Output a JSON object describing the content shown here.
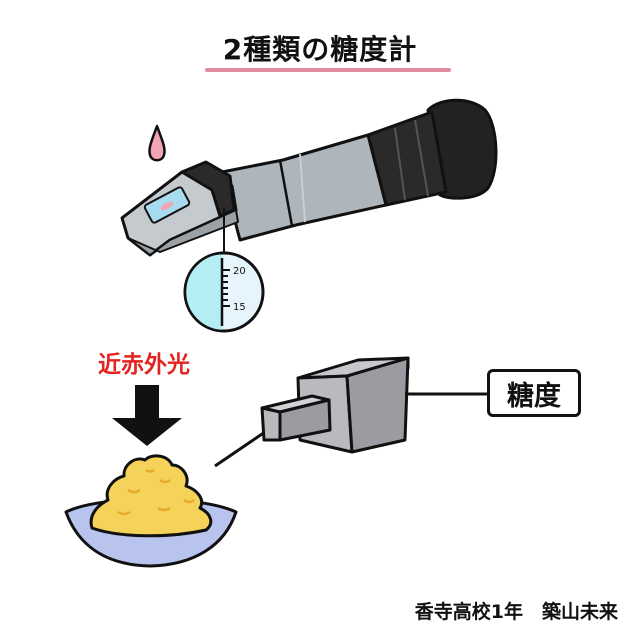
{
  "title": "2種類の糖度計",
  "refractometer": {
    "scale_labels": [
      "20",
      "15"
    ]
  },
  "nir_label": "近赤外光",
  "output_label": "糖度",
  "author": "香寺高校1年　築山未来",
  "colors": {
    "underline": "#e08c9c",
    "nir_text": "#e3231f",
    "tube": "#aeb5bb",
    "food": "#f5d35a",
    "bowl": "#b9c4ee"
  }
}
